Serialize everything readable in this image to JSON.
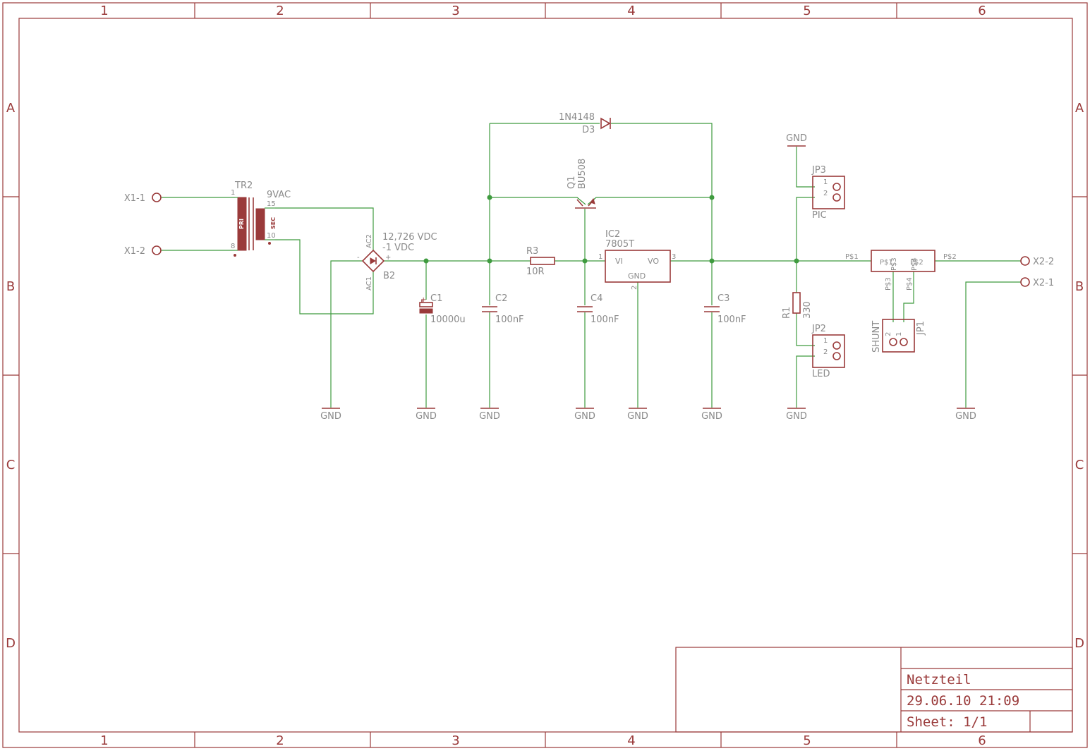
{
  "frame": {
    "columns": [
      "1",
      "2",
      "3",
      "4",
      "5",
      "6"
    ],
    "rows": [
      "A",
      "B",
      "C",
      "D"
    ]
  },
  "title_block": {
    "title": "Netzteil",
    "date": "29.06.10 21:09",
    "sheet": "Sheet: 1/1"
  },
  "connectors": {
    "x1_1": "X1-1",
    "x1_2": "X1-2",
    "x2_2": "X2-2",
    "x2_1": "X2-1"
  },
  "transformer": {
    "name": "TR2",
    "value": "9VAC",
    "pri": "PRI",
    "sec": "SEC",
    "pin1": "1",
    "pin8": "8",
    "pin15": "15",
    "pin10": "10"
  },
  "bridge": {
    "name": "B2",
    "ac2": "AC2",
    "ac1": "AC1",
    "minus": "-",
    "plus": "+",
    "note1": "12,726 VDC",
    "note2": "-1 VDC"
  },
  "c1": {
    "name": "C1",
    "value": "10000u"
  },
  "c2": {
    "name": "C2",
    "value": "100nF"
  },
  "c4": {
    "name": "C4",
    "value": "100nF"
  },
  "c3": {
    "name": "C3",
    "value": "100nF"
  },
  "r3": {
    "name": "R3",
    "value": "10R"
  },
  "r1": {
    "name": "R1",
    "value": "330"
  },
  "d3": {
    "name": "D3",
    "value": "1N4148"
  },
  "q1": {
    "name": "Q1",
    "value": "BU508"
  },
  "ic2": {
    "name": "IC2",
    "value": "7805T",
    "vi": "VI",
    "vo": "VO",
    "gnd": "GND",
    "pin1": "1",
    "pin2": "2",
    "pin3": "3"
  },
  "jp3": {
    "name": "JP3",
    "label": "PIC",
    "pin1": "1",
    "pin2": "2"
  },
  "jp2": {
    "name": "JP2",
    "label": "LED",
    "pin1": "1",
    "pin2": "2"
  },
  "jp1": {
    "name": "JP1",
    "label": "SHUNT",
    "pin1": "1",
    "pin2": "2"
  },
  "shunt_part": {
    "p1": "P$1",
    "p2": "P$2",
    "p3": "P$3",
    "p4": "P$4"
  },
  "gnd_label": "GND"
}
